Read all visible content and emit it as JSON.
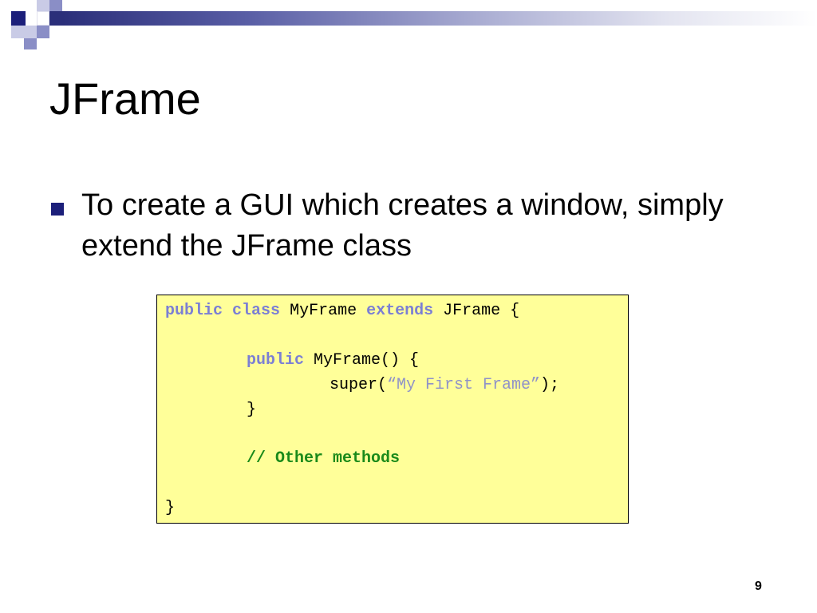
{
  "slide": {
    "title": "JFrame",
    "bullet": "To create a GUI which creates a window, simply extend the JFrame class",
    "page_number": "9"
  },
  "code": {
    "line1": {
      "kw1": "public",
      "kw2": "class",
      "name": "MyFrame",
      "kw3": "extends",
      "rest": "JFrame {"
    },
    "line3": {
      "kw": "public",
      "rest": "MyFrame() {"
    },
    "line4": {
      "call": "super(",
      "str": "“My First Frame”",
      "end": ");"
    },
    "line5": "}",
    "line7": "// Other methods",
    "line9": "}"
  },
  "colors": {
    "keyword": "#7b7fd4",
    "comment": "#1a8a1a",
    "code_background": "#ffff99",
    "bullet": "#1c1f7a"
  }
}
